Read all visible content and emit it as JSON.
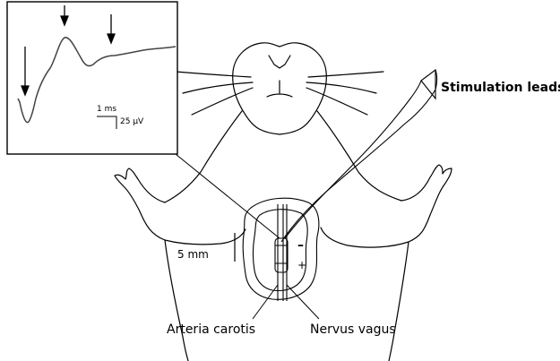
{
  "figure": {
    "labels": {
      "stimulation_leads": "Stimulation leads",
      "arteria_carotis": "Arteria carotis",
      "nervus_vagus": "Nervus vagus",
      "scale_5mm": "5 mm",
      "minus": "–",
      "plus": "+"
    },
    "inset": {
      "time_scale": "1 ms",
      "voltage_scale": "25 µV",
      "arrow_count": 3
    }
  }
}
